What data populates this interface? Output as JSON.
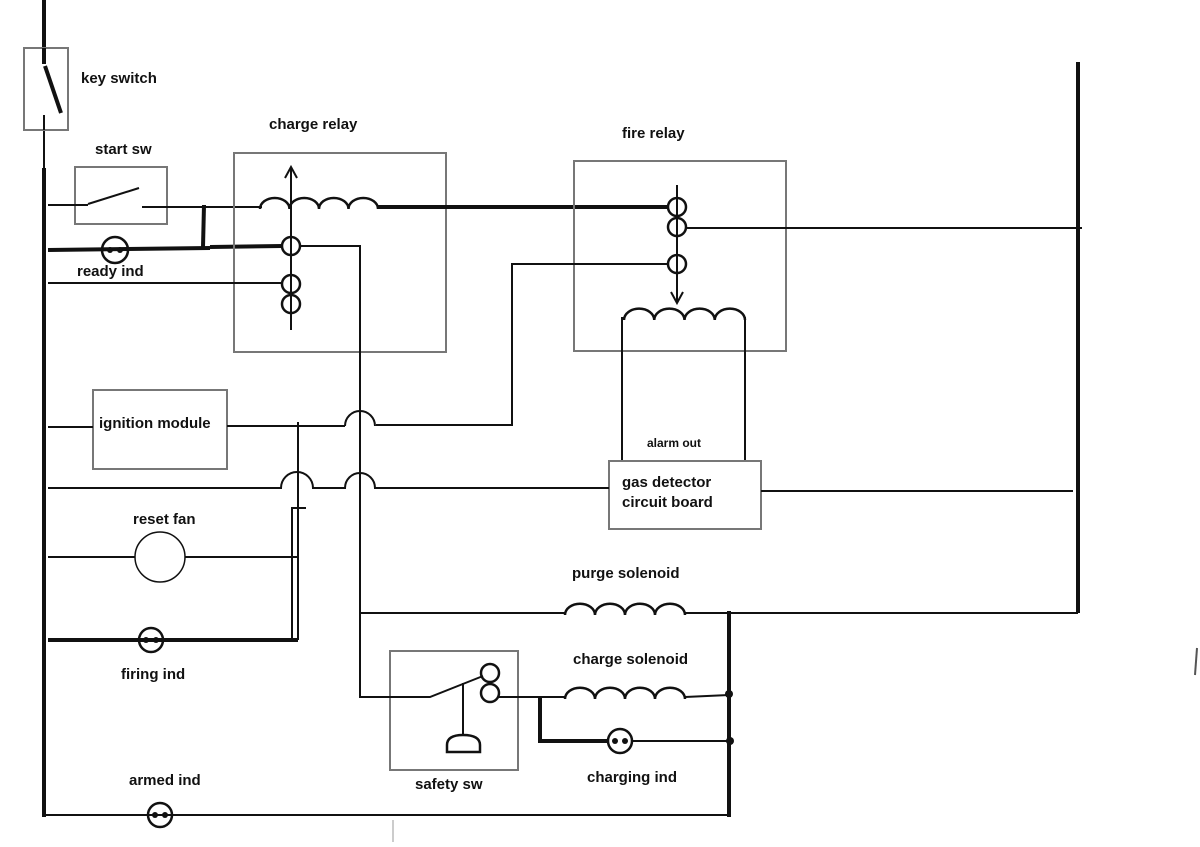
{
  "diagram": {
    "labels": {
      "key_switch": "key switch",
      "start_sw": "start sw",
      "charge_relay": "charge relay",
      "fire_relay": "fire relay",
      "ready_ind": "ready ind",
      "ignition_module": "ignition module",
      "alarm_out": "alarm out",
      "gas_detector_line1": "gas detector",
      "gas_detector_line2": "circuit board",
      "reset_fan": "reset fan",
      "firing_ind": "firing ind",
      "purge_solenoid": "purge solenoid",
      "charge_solenoid": "charge solenoid",
      "safety_sw": "safety sw",
      "charging_ind": "charging ind",
      "armed_ind": "armed ind"
    }
  }
}
